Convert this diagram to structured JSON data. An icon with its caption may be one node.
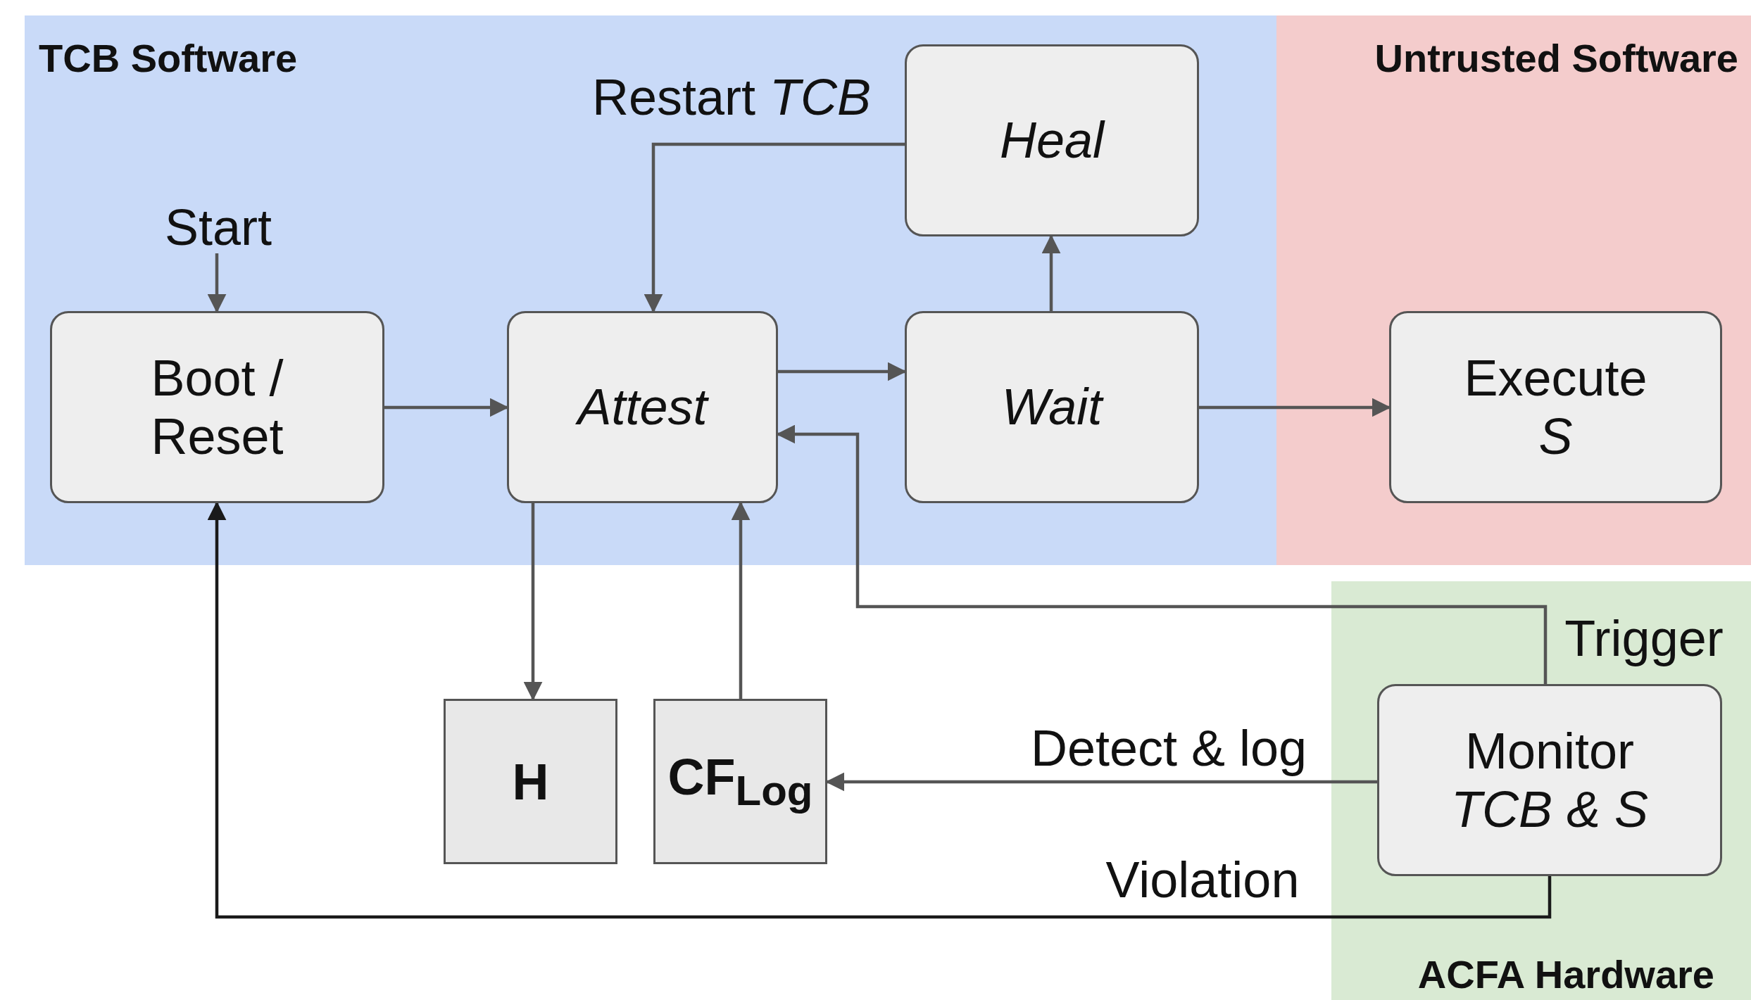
{
  "diagram": {
    "nodes": [
      {
        "text": [
          "TCB Software"
        ]
      },
      {
        "text": [
          "Start"
        ],
        "in": 0
      },
      {
        "text": [
          "Heal"
        ],
        "in": 0
      },
      {
        "text": [
          "Boot / Reset"
        ],
        "in": 0
      },
      {
        "text": [
          "Attest"
        ],
        "in": 0
      },
      {
        "text": [
          "Wait"
        ],
        "in": 0
      },
      {
        "text": [
          "Untrusted Software"
        ]
      },
      {
        "text": [
          "Execute *S*"
        ],
        "in": 6
      },
      {
        "text": [
          "H"
        ]
      },
      {
        "text": [
          "CF$_{Log}$"
        ]
      },
      {
        "text": [
          "ACFA Hardware"
        ]
      },
      {
        "text": [
          "Monitor *TCB & S*"
        ],
        "in": 10
      }
    ],
    "edges": [
      {
        "from": 1,
        "to": 3,
        "arrow": "to"
      },
      {
        "from": 3,
        "to": 4,
        "arrow": "to"
      },
      {
        "from": 2,
        "to": 4,
        "arrow": "to",
        "label": "Restart *TCB*"
      },
      {
        "from": 4,
        "to": 5,
        "arrow": "to"
      },
      {
        "from": 5,
        "to": 2,
        "arrow": "to"
      },
      {
        "from": 5,
        "to": 7,
        "arrow": "to"
      },
      {
        "from": 4,
        "to": 8,
        "arrow": "to"
      },
      {
        "from": 9,
        "to": 4,
        "arrow": "to"
      },
      {
        "from": 11,
        "to": 4,
        "arrow": "to",
        "label": "Trigger"
      },
      {
        "from": 11,
        "to": 9,
        "arrow": "to",
        "label": "Detect & log"
      },
      {
        "from": 11,
        "to": 3,
        "arrow": "to",
        "label": "Violation",
        "color": "#1a1a1a"
      }
    ]
  }
}
